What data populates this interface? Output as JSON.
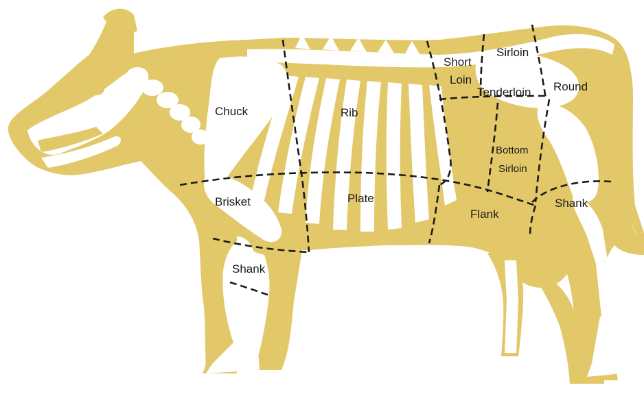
{
  "colors": {
    "body": "#e2c868",
    "bone": "#ffffff",
    "cut_line": "#1a1a1a",
    "label": "#1a1a1a"
  },
  "labels": {
    "chuck": "Chuck",
    "rib": "Rib",
    "short_loin_1": "Short",
    "short_loin_2": "Loin",
    "sirloin": "Sirloin",
    "tenderloin": "Tenderloin",
    "round": "Round",
    "bottom_sirloin_1": "Bottom",
    "bottom_sirloin_2": "Sirloin",
    "brisket": "Brisket",
    "plate": "Plate",
    "flank": "Flank",
    "shank_rear": "Shank",
    "shank_front": "Shank"
  }
}
